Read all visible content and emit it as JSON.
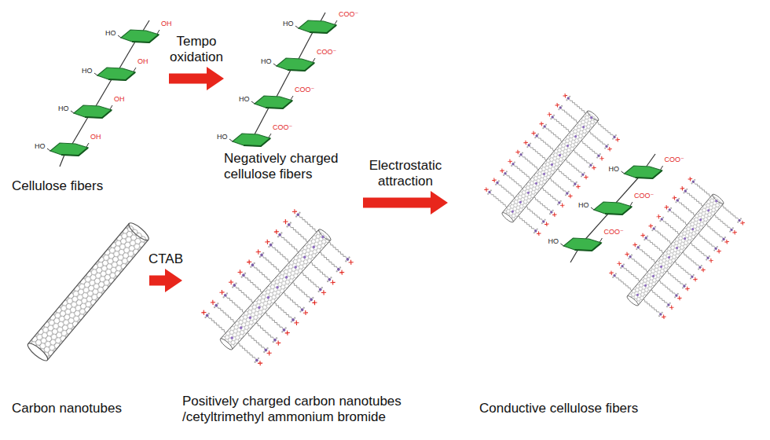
{
  "diagram": {
    "nodes": [
      {
        "text": [
          "Cellulose fibers"
        ]
      },
      {
        "text": [
          "Negatively charged cellulose fibers"
        ]
      },
      {
        "text": [
          "Carbon nanotubes"
        ]
      },
      {
        "text": [
          "Positively charged carbon nanotubes /cetyltrimethyl ammonium bromide"
        ]
      },
      {
        "text": [
          "Conductive cellulose fibers"
        ]
      }
    ],
    "edges": [
      {
        "from": 0,
        "to": 1,
        "arrow": "to",
        "label": "Tempo oxidation"
      },
      {
        "from": 2,
        "to": 3,
        "arrow": "to",
        "label": "CTAB"
      },
      {
        "from": 1,
        "to": 4,
        "arrow": "to",
        "label": "Electrostatic attraction"
      }
    ],
    "labels": [
      "HO",
      "OH",
      "HO",
      "OH",
      "HO",
      "OH",
      "HO",
      "OH",
      "HO",
      "COO⁻",
      "HO",
      "COO⁻",
      "HO",
      "COO⁻",
      "HO",
      "COO⁻",
      "HO",
      "COO⁻",
      "HO",
      "COO⁻",
      "HO",
      "COO⁻"
    ]
  }
}
